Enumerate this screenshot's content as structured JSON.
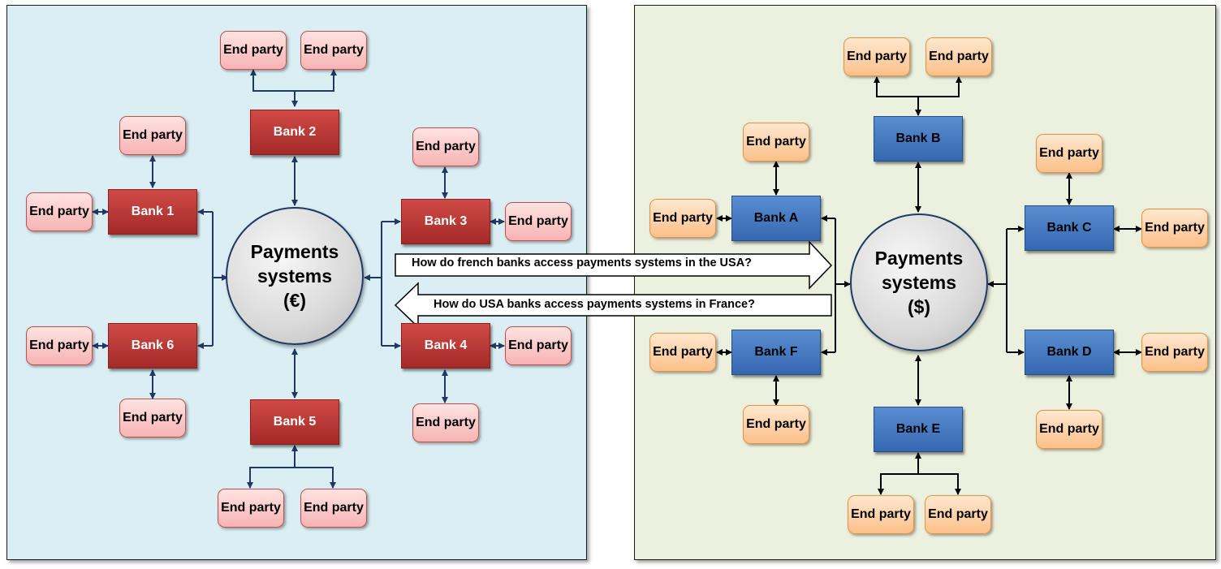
{
  "left": {
    "hub": {
      "line1": "Payments",
      "line2": "systems",
      "line3": "(€)"
    },
    "banks": [
      "Bank 1",
      "Bank 2",
      "Bank 3",
      "Bank 4",
      "Bank 5",
      "Bank 6"
    ],
    "end_party_label": "End party"
  },
  "right": {
    "hub": {
      "line1": "Payments",
      "line2": "systems",
      "line3": "($)"
    },
    "banks": [
      "Bank A",
      "Bank B",
      "Bank C",
      "Bank D",
      "Bank E",
      "Bank F"
    ],
    "end_party_label": "End party"
  },
  "questions": {
    "to_usa": "How do french banks access payments systems in the USA?",
    "to_france": "How do USA banks access payments systems in France?"
  },
  "colors": {
    "eu_panel": "#daeef3",
    "us_panel": "#ebf1de",
    "eu_bank": "#c0392b",
    "us_bank": "#4477c0",
    "eu_wire": "#1f3864",
    "us_wire": "#000000"
  }
}
